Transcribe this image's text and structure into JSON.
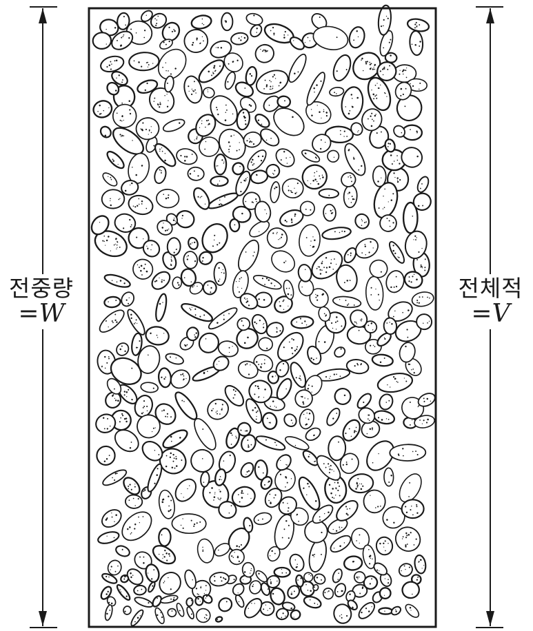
{
  "weight": {
    "name": "전중량",
    "eq": "=",
    "symbol": "W"
  },
  "volume": {
    "name": "전체적",
    "eq": "=",
    "symbol": "V"
  },
  "colors": {
    "ink": "#1a1a1a",
    "background": "#ffffff"
  }
}
